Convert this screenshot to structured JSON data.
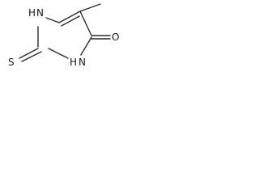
{
  "structure": {
    "atoms": {
      "n1": "H\nN",
      "n1_h": "H",
      "n1_n": "N",
      "n3_h": "H",
      "n3_n": "N",
      "sulfur": "S",
      "oxygen": "O"
    }
  }
}
